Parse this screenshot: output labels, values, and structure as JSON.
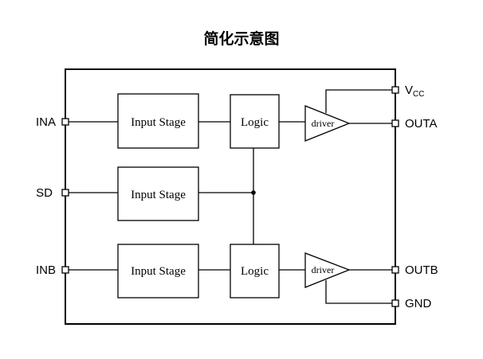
{
  "title": "简化示意图",
  "pins": {
    "ina": "INA",
    "sd": "SD",
    "inb": "INB",
    "vcc_main": "V",
    "vcc_sub": "CC",
    "outa": "OUTA",
    "outb": "OUTB",
    "gnd": "GND"
  },
  "blocks": {
    "input_stage_a": "Input Stage",
    "input_stage_sd": "Input Stage",
    "input_stage_b": "Input Stage",
    "logic_a": "Logic",
    "logic_b": "Logic",
    "driver_a": "driver",
    "driver_b": "driver"
  }
}
